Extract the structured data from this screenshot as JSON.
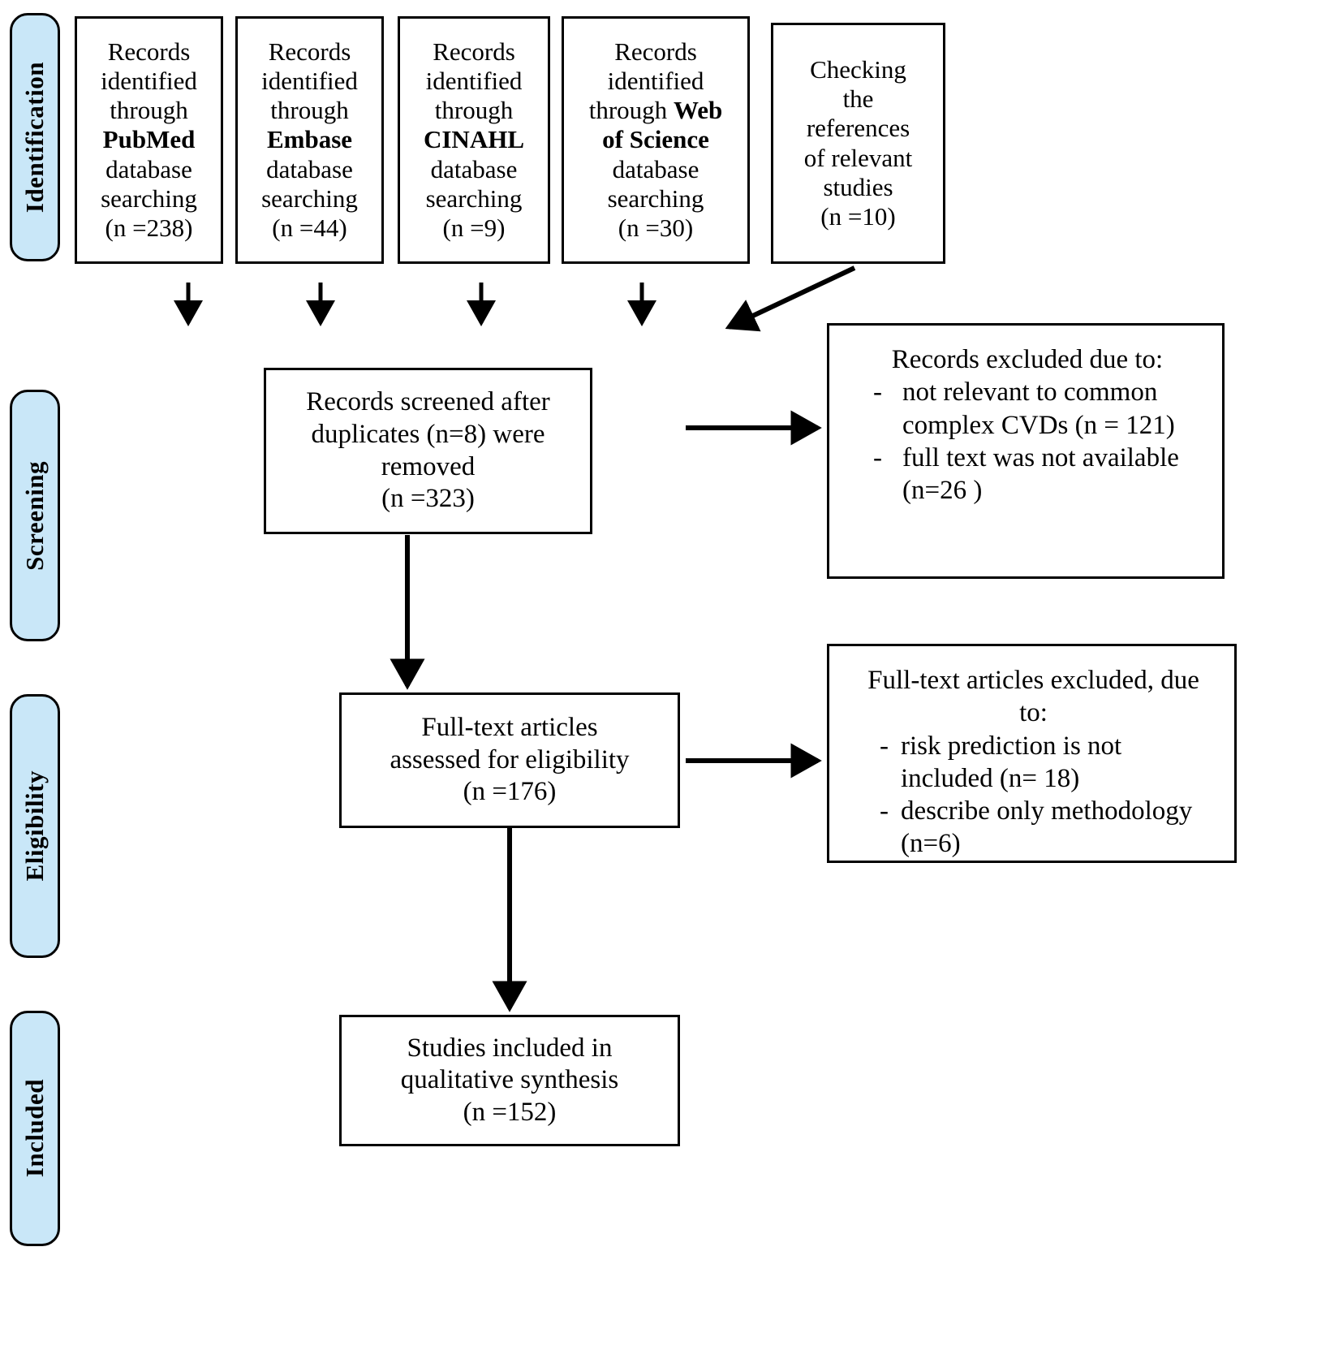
{
  "diagram": {
    "type": "PRISMA flow diagram",
    "stages": [
      {
        "id": "identification",
        "label": "Identification"
      },
      {
        "id": "screening",
        "label": "Screening"
      },
      {
        "id": "eligibility",
        "label": "Eligibility"
      },
      {
        "id": "included",
        "label": "Included"
      }
    ],
    "identification_boxes": [
      {
        "id": "pubmed",
        "lines": [
          "Records",
          "identified",
          "through"
        ],
        "source": "PubMed",
        "lines_after": [
          "database",
          "searching"
        ],
        "count_label": "(n =238)",
        "n": 238
      },
      {
        "id": "embase",
        "lines": [
          "Records",
          "identified",
          "through"
        ],
        "source": "Embase",
        "lines_after": [
          "database",
          "searching"
        ],
        "count_label": "(n =44)",
        "n": 44
      },
      {
        "id": "cinahl",
        "lines": [
          "Records",
          "identified",
          "through"
        ],
        "source": "CINAHL",
        "lines_after": [
          "database",
          "searching"
        ],
        "count_label": "(n =9)",
        "n": 9
      },
      {
        "id": "web-of-science",
        "lines": [
          "Records",
          "identified"
        ],
        "inline_prefix": "through ",
        "source": "Web",
        "source_line2": "of Science",
        "lines_after": [
          "database",
          "searching"
        ],
        "count_label": "(n =30)",
        "n": 30
      },
      {
        "id": "reference-checking",
        "lines": [
          "Checking",
          "the",
          "references",
          "of relevant",
          "studies"
        ],
        "count_label": "(n =10)",
        "n": 10
      }
    ],
    "screening_box": {
      "id": "records-screened",
      "lines": [
        "Records screened after",
        "duplicates (n=8) were",
        "removed"
      ],
      "count_label": "(n =323)",
      "duplicates_removed": 8,
      "n": 323
    },
    "records_excluded_box": {
      "id": "records-excluded",
      "headline": "Records excluded due to:",
      "items": [
        {
          "text": "not relevant to common complex CVDs (n = 121)",
          "n": 121
        },
        {
          "text": "full text was not available (n=26 )",
          "n": 26
        }
      ]
    },
    "eligibility_box": {
      "id": "full-text-assessed",
      "lines": [
        "Full-text articles",
        "assessed for eligibility"
      ],
      "count_label": "(n =176)",
      "n": 176
    },
    "fulltext_excluded_box": {
      "id": "full-text-excluded",
      "headline_line1": "Full-text articles excluded, due",
      "headline_line2": "to:",
      "items": [
        {
          "text": "risk prediction is not included (n= 18)",
          "n": 18
        },
        {
          "text": "describe only methodology (n=6)",
          "n": 6
        }
      ]
    },
    "included_box": {
      "id": "studies-included",
      "lines": [
        "Studies included in",
        "qualitative synthesis"
      ],
      "count_label": "(n =152)",
      "n": 152
    },
    "colors": {
      "stage_tab_fill": "#c9e7f8",
      "stroke": "#000000",
      "box_fill": "#ffffff",
      "text": "#000000"
    }
  }
}
